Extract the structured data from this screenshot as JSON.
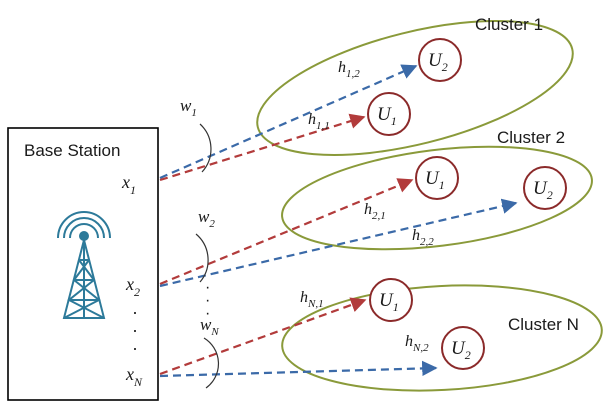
{
  "base_station": {
    "title": "Base Station",
    "antennas": [
      {
        "sym": "x",
        "sub": "1"
      },
      {
        "sym": "x",
        "sub": "2"
      },
      {
        "sym": "x",
        "sub": "N"
      }
    ],
    "dots": "·"
  },
  "weights": [
    {
      "sym": "w",
      "sub": "1"
    },
    {
      "sym": "w",
      "sub": "2"
    },
    {
      "sym": "w",
      "sub": "N"
    }
  ],
  "clusters": [
    {
      "label": "Cluster 1",
      "users": [
        {
          "sym": "U",
          "sub": "2"
        },
        {
          "sym": "U",
          "sub": "1"
        }
      ],
      "channels": [
        {
          "sym": "h",
          "sub": "1,2"
        },
        {
          "sym": "h",
          "sub": "1,1"
        }
      ]
    },
    {
      "label": "Cluster 2",
      "users": [
        {
          "sym": "U",
          "sub": "1"
        },
        {
          "sym": "U",
          "sub": "2"
        }
      ],
      "channels": [
        {
          "sym": "h",
          "sub": "2,1"
        },
        {
          "sym": "h",
          "sub": "2,2"
        }
      ]
    },
    {
      "label": "Cluster N",
      "users": [
        {
          "sym": "U",
          "sub": "1"
        },
        {
          "sym": "U",
          "sub": "2"
        }
      ],
      "channels": [
        {
          "sym": "h",
          "sub": "N,1"
        },
        {
          "sym": "h",
          "sub": "N,2"
        }
      ]
    }
  ],
  "colors": {
    "cluster_ellipse": "#8a9a3a",
    "user_circle": "#8b2a2a",
    "link_red": "#b23b3b",
    "link_blue": "#3b6aa8",
    "tower": "#2d7a9a",
    "border": "#000000"
  },
  "icons": {
    "tower": "cell-tower-icon"
  }
}
